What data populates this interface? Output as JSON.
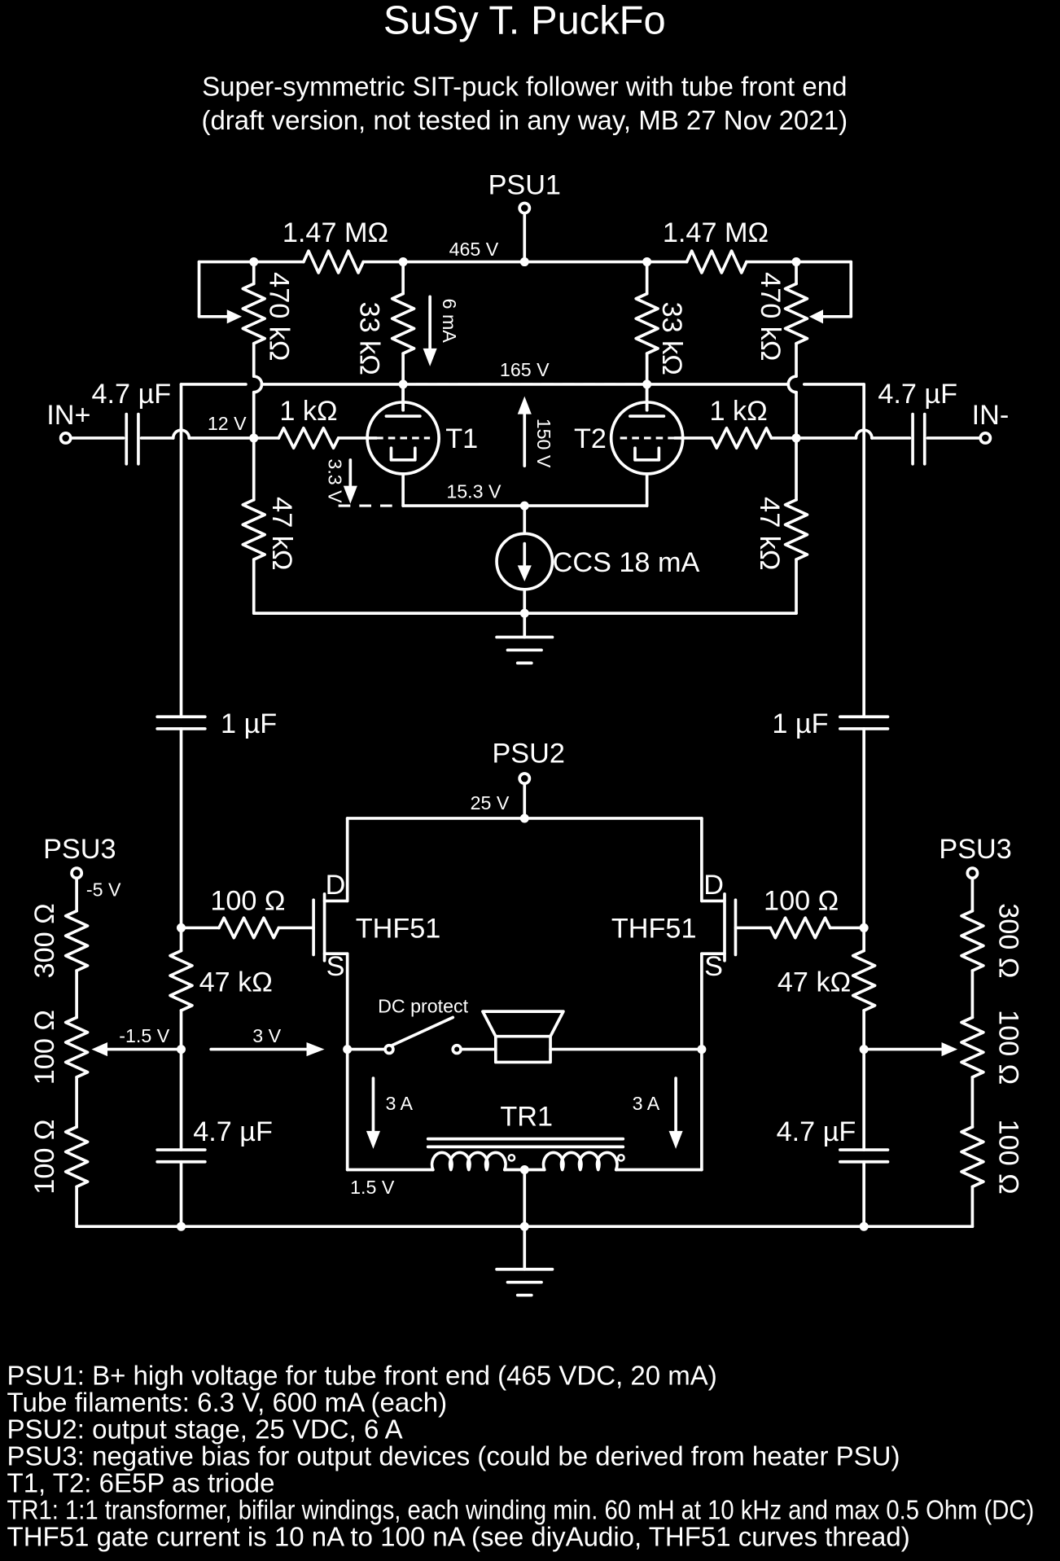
{
  "title": "SuSy T. PuckFo",
  "subtitle_1": "Super-symmetric SIT-puck follower with tube front end",
  "subtitle_2": "(draft version, not tested in any way, MB 27 Nov 2021)",
  "labels": {
    "psu1": "PSU1",
    "psu2": "PSU2",
    "psu3": "PSU3",
    "in_plus": "IN+",
    "in_minus": "IN-",
    "r_1m47": "1.47 MΩ",
    "r_470k": "470 kΩ",
    "r_33k": "33 kΩ",
    "r_1k": "1 kΩ",
    "r_47k": "47 kΩ",
    "r_100": "100 Ω",
    "r_300": "300 Ω",
    "c_4u7": "4.7 µF",
    "c_1u": "1 µF",
    "t1": "T1",
    "t2": "T2",
    "ccs": "CCS 18 mA",
    "thf51": "THF51",
    "drain": "D",
    "source": "S",
    "dc_protect": "DC protect",
    "tr1": "TR1"
  },
  "voltages": {
    "v465": "465 V",
    "v165": "165 V",
    "v150": "150 V",
    "v12": "12 V",
    "v15_3": "15.3 V",
    "v3_3": "3.3 V",
    "i6ma": "6 mA",
    "v25": "25 V",
    "vm5": "-5 V",
    "vm1_5": "-1.5 V",
    "v3": "3 V",
    "i3a": "3 A",
    "v1_5": "1.5 V"
  },
  "notes": [
    "PSU1: B+ high voltage for tube front end (465 VDC, 20 mA)",
    "Tube filaments: 6.3 V, 600 mA (each)",
    "PSU2: output stage, 25 VDC, 6 A",
    "PSU3: negative bias for output devices (could be derived from heater PSU)",
    "T1, T2: 6E5P as triode",
    "TR1: 1:1 transformer, bifilar windings, each winding min. 60 mH at 10 kHz and max 0.5 Ohm (DC)",
    "THF51 gate current is 10 nA to 100 nA (see diyAudio, THF51 curves thread)"
  ],
  "colors": {
    "background": "#000000",
    "ink": "#ffffff"
  }
}
